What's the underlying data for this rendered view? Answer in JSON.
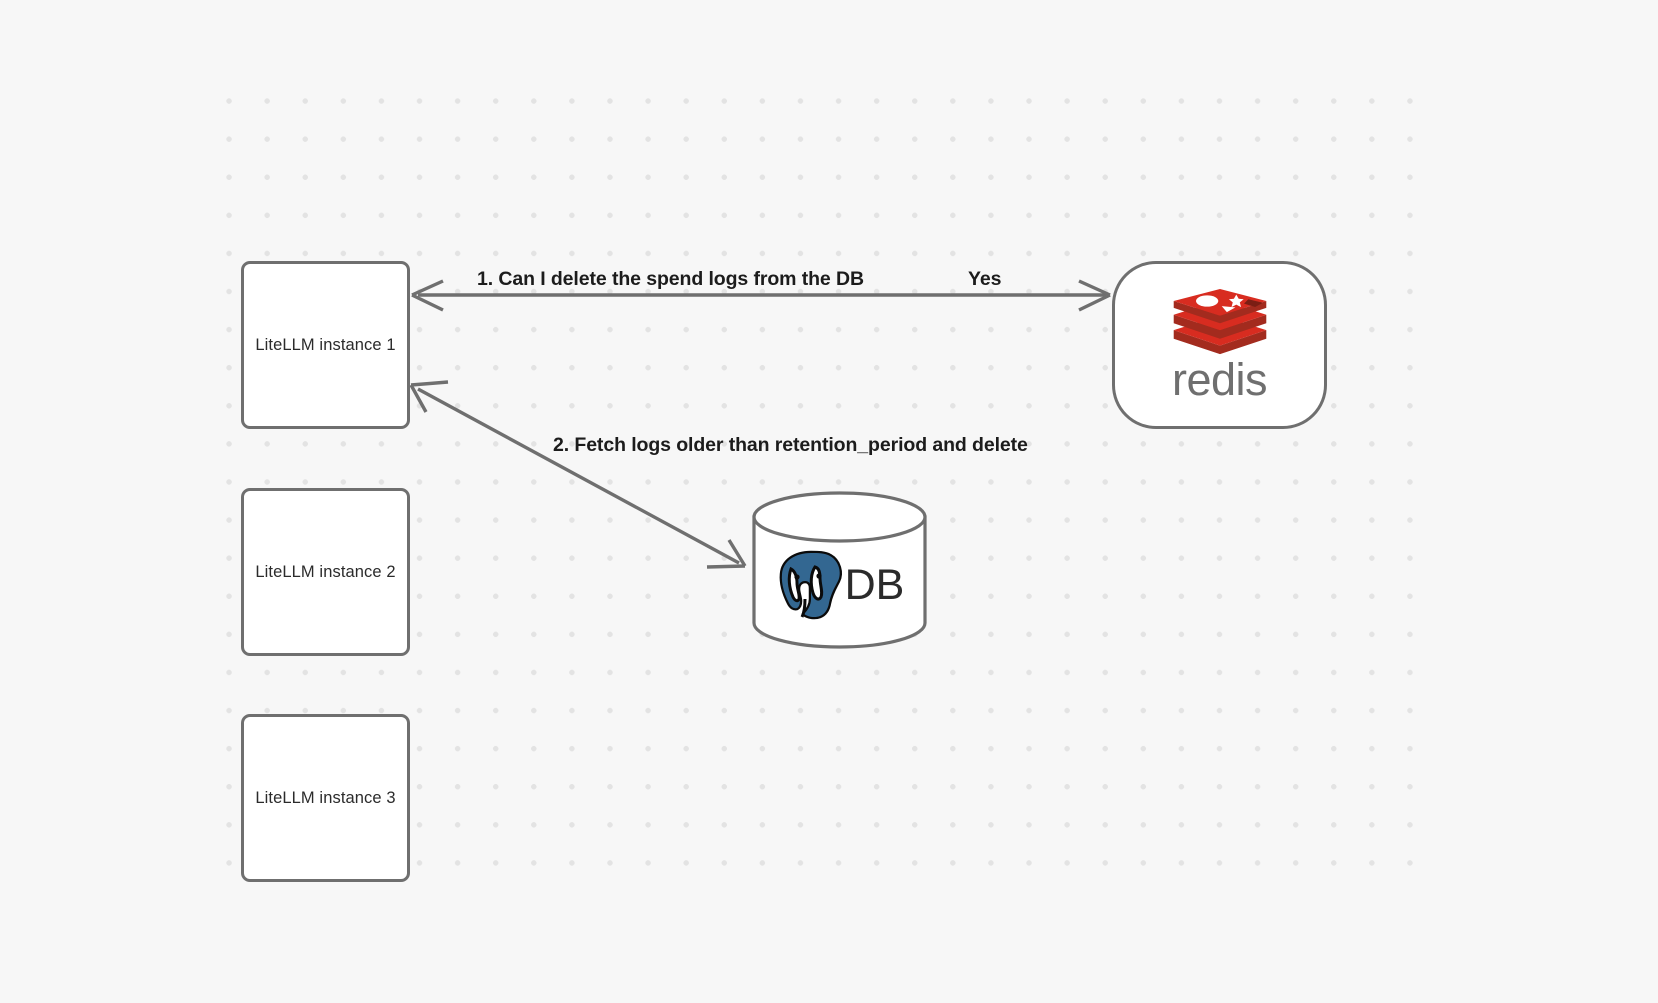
{
  "canvas": {
    "background_color": "#f7f7f7",
    "grid_dot_color": "#e3e3e3",
    "node_border_color": "#6f6f6f",
    "edge_color": "#6f6f6f",
    "label_color": "#1c1c1c"
  },
  "nodes": {
    "litellm_instances": [
      {
        "id": "litellm-instance-1",
        "label": "LiteLLM instance 1"
      },
      {
        "id": "litellm-instance-2",
        "label": "LiteLLM instance 2"
      },
      {
        "id": "litellm-instance-3",
        "label": "LiteLLM instance 3"
      }
    ],
    "redis": {
      "id": "redis",
      "wordmark": "redis",
      "logo_icon": "redis-stacked-cubes-icon",
      "logo_color": "#d82c20",
      "wordmark_color": "#6f6f6f"
    },
    "database": {
      "id": "database",
      "label": "DB",
      "logo_icon": "postgresql-elephant-icon",
      "logo_color": "#336791",
      "shape": "cylinder"
    }
  },
  "edges": [
    {
      "id": "edge-litellm1-redis",
      "from": "litellm-instance-1",
      "to": "redis",
      "direction": "bidirectional",
      "request_label": "1.  Can I delete the spend logs from the DB",
      "response_label": "Yes"
    },
    {
      "id": "edge-litellm1-database",
      "from": "litellm-instance-1",
      "to": "database",
      "direction": "bidirectional",
      "label": "2.  Fetch logs older than retention_period and delete"
    }
  ]
}
